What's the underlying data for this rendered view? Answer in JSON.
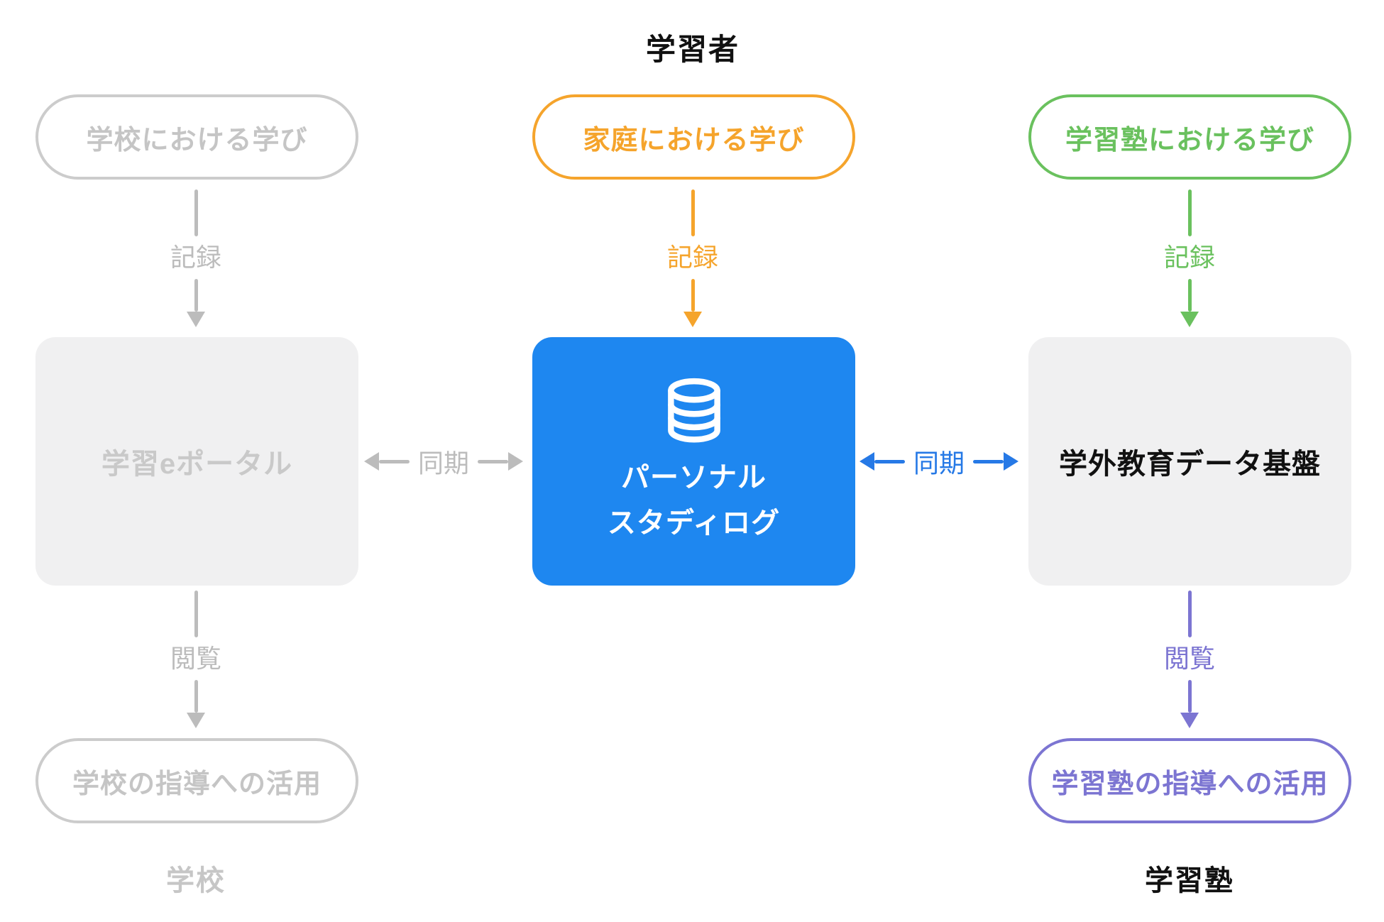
{
  "headers": {
    "learner": "学習者"
  },
  "footers": {
    "school": "学校",
    "juku": "学習塾"
  },
  "nodes": {
    "school_learning": {
      "label": "学校における学び"
    },
    "home_learning": {
      "label": "家庭における学び"
    },
    "juku_learning": {
      "label": "学習塾における学び"
    },
    "learning_e_portal": {
      "label": "学習eポータル"
    },
    "personal_study_log": {
      "line1": "パーソナル",
      "line2": "スタディログ",
      "icon": "database-icon"
    },
    "external_education_data_platform": {
      "label": "学外教育データ基盤"
    },
    "school_guidance_use": {
      "label": "学校の指導への活用"
    },
    "juku_guidance_use": {
      "label": "学習塾の指導への活用"
    }
  },
  "edges": {
    "school_record": {
      "label": "記録"
    },
    "home_record": {
      "label": "記録"
    },
    "juku_record": {
      "label": "記録"
    },
    "school_sync": {
      "label": "同期"
    },
    "juku_sync": {
      "label": "同期"
    },
    "school_view": {
      "label": "閲覧"
    },
    "juku_view": {
      "label": "閲覧"
    }
  },
  "colors": {
    "blue_box": "#1E87F0",
    "blue_arrow": "#2679E6",
    "orange": "#F5A42C",
    "green": "#6AC15E",
    "purple": "#7C75D2",
    "inactive_border": "#CCCCCC",
    "inactive_text": "#C5C5C5",
    "inactive_arrow": "#BCBCBC",
    "box_fill": "#F0F0F1",
    "black_text": "#111111"
  }
}
